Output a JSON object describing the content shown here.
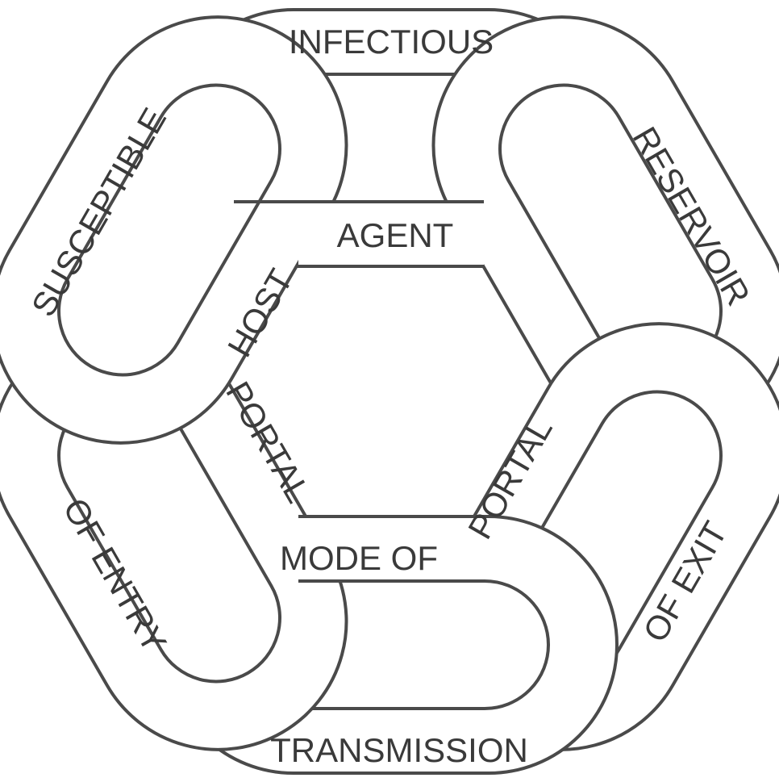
{
  "diagram": {
    "labels": {
      "infectious": "INFECTIOUS",
      "agent": "AGENT",
      "reservoir": "RESERVOIR",
      "portal_exit": "PORTAL",
      "of_exit": "OF EXIT",
      "mode_of": "MODE OF",
      "transmission": "TRANSMISSION",
      "portal_entry": "PORTAL",
      "of_entry": "OF ENTRY",
      "susceptible": "SUSCEPTIBLE",
      "host": "HOST"
    },
    "colors": {
      "stroke": "#4a4a4a",
      "fill": "#ffffff",
      "text": "#3a3a3a"
    }
  }
}
